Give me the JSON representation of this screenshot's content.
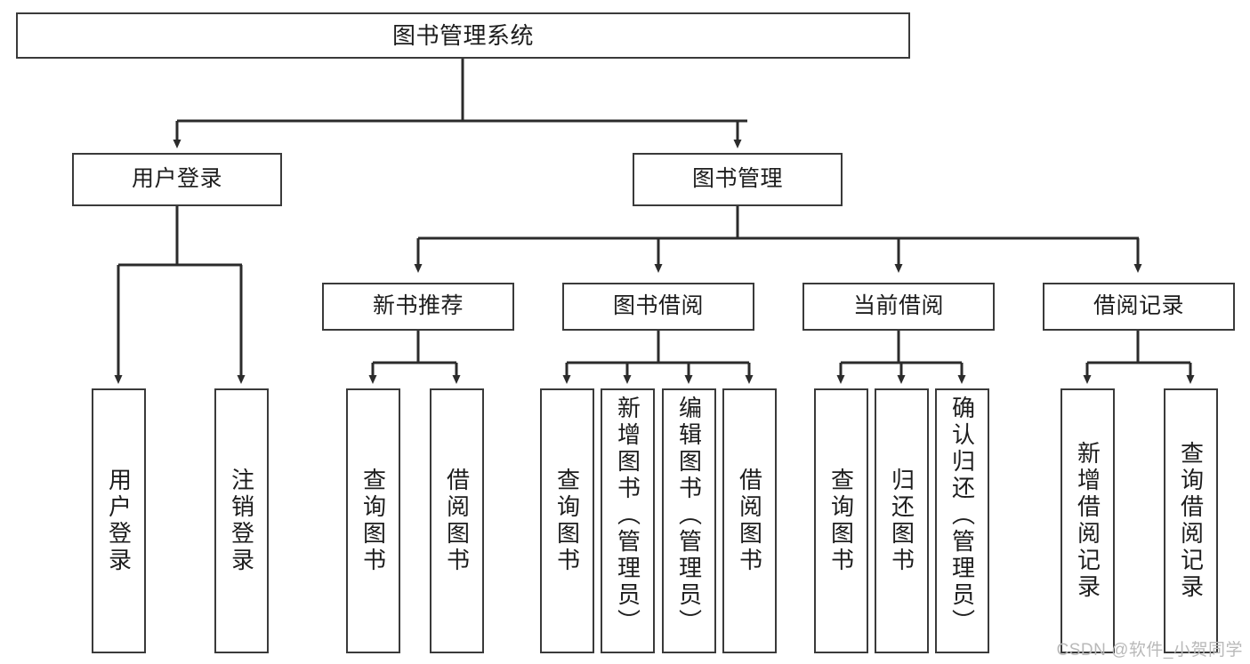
{
  "diagram": {
    "title": "图书管理系统",
    "type": "tree-hierarchy",
    "orientation": "top-down",
    "colors": {
      "border": "#3a3a3a",
      "background": "#ffffff",
      "text": "#1d1d1d",
      "edge": "#2b2b2b",
      "watermark": "#b9b9b9"
    },
    "root": {
      "label": "图书管理系统"
    },
    "level2": [
      {
        "label": "用户登录"
      },
      {
        "label": "图书管理"
      }
    ],
    "level3": [
      {
        "label": "新书推荐"
      },
      {
        "label": "图书借阅"
      },
      {
        "label": "当前借阅"
      },
      {
        "label": "借阅记录"
      }
    ],
    "leaves": {
      "user_login": [
        {
          "label": "用户登录"
        },
        {
          "label": "注销登录"
        }
      ],
      "new_book_recommend": [
        {
          "label": "查询图书"
        },
        {
          "label": "借阅图书"
        }
      ],
      "book_borrow": [
        {
          "label": "查询图书"
        },
        {
          "label": "新增图书（管理员）"
        },
        {
          "label": "编辑图书（管理员）"
        },
        {
          "label": "借阅图书"
        }
      ],
      "current_borrow": [
        {
          "label": "查询图书"
        },
        {
          "label": "归还图书"
        },
        {
          "label": "确认归还（管理员）"
        }
      ],
      "borrow_record": [
        {
          "label": "新增借阅记录"
        },
        {
          "label": "查询借阅记录"
        }
      ]
    }
  },
  "watermark": {
    "text": "CSDN @软件_小贺同学"
  }
}
